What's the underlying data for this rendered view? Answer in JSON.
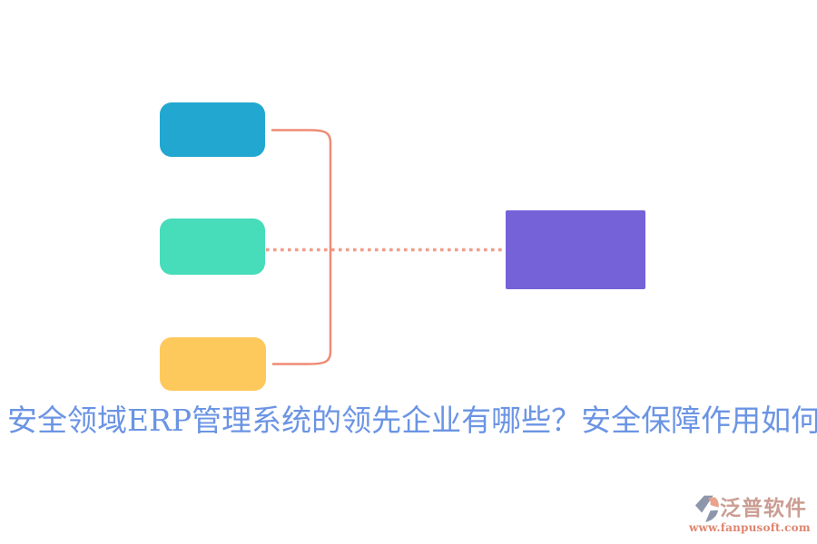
{
  "canvas": {
    "background": "#ffffff"
  },
  "title": {
    "text": "安全领域ERP管理系统的领先企业有哪些？安全保障作用如何？",
    "color": "#6b94e4"
  },
  "diagram": {
    "nodes": [
      {
        "name": "top-left-node",
        "color": "#21a7d0"
      },
      {
        "name": "middle-left-node",
        "color": "#47dcba"
      },
      {
        "name": "bottom-left-node",
        "color": "#fec95c"
      },
      {
        "name": "right-node",
        "color": "#7562d8"
      }
    ],
    "connectors": {
      "bracket_color": "#ee8c77",
      "dotted_color": "#f09e8b"
    }
  },
  "watermark": {
    "brand": "泛普软件",
    "url": "www.fanpusoft.com",
    "brand_color": "#cb9d93",
    "url_color": "#e08570",
    "logo_blue_gray": "#8d96aa",
    "logo_salmon": "#e7a38e"
  }
}
